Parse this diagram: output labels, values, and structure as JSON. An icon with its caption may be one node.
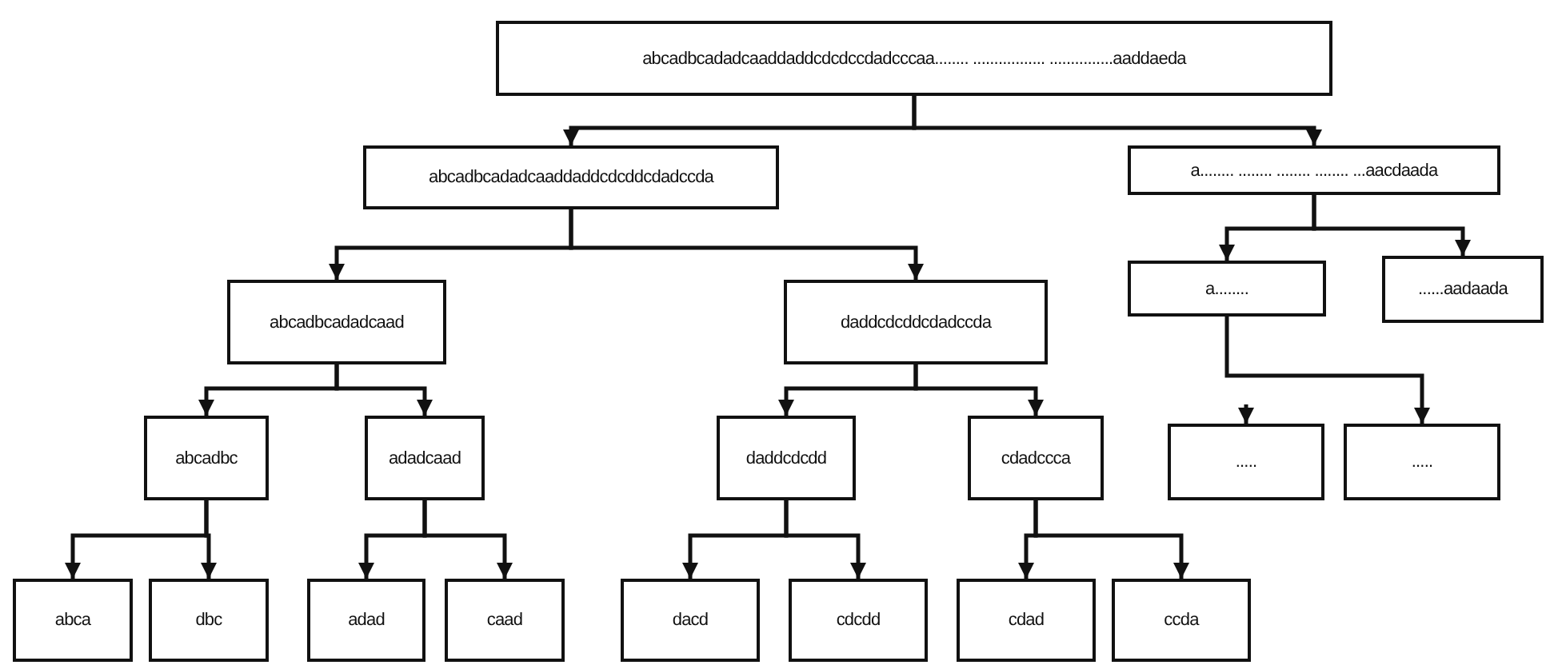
{
  "diagram": {
    "nodes": [
      {
        "text": [
          "abcadbcadadcaaddaddcdcdccdadcccaa........ ................. ...............aaddaeda"
        ]
      },
      {
        "text": [
          "abcadbcadadcaaddaddcdcddcdadccda"
        ]
      },
      {
        "text": [
          "a........ ........ ........ ........ ...aacdaada"
        ]
      },
      {
        "text": [
          "abcadbcadadcaad"
        ]
      },
      {
        "text": [
          "daddcdcddcdadccda"
        ]
      },
      {
        "text": [
          "a........"
        ]
      },
      {
        "text": [
          "......aadaada"
        ]
      },
      {
        "text": [
          "abcadbc"
        ]
      },
      {
        "text": [
          "adadcaad"
        ]
      },
      {
        "text": [
          "daddcdcdd"
        ]
      },
      {
        "text": [
          "cdadccca"
        ]
      },
      {
        "text": [
          "....."
        ]
      },
      {
        "text": [
          "....."
        ]
      },
      {
        "text": [
          "abca"
        ]
      },
      {
        "text": [
          "dbc"
        ]
      },
      {
        "text": [
          "adad"
        ]
      },
      {
        "text": [
          "caad"
        ]
      },
      {
        "text": [
          "dacd"
        ]
      },
      {
        "text": [
          "cdcdd"
        ]
      },
      {
        "text": [
          "cdad"
        ]
      },
      {
        "text": [
          "ccda"
        ]
      }
    ],
    "edges": [
      {
        "from": 0,
        "to": 1,
        "arrow": "to"
      },
      {
        "from": 0,
        "to": 2,
        "arrow": "to"
      },
      {
        "from": 1,
        "to": 3,
        "arrow": "to"
      },
      {
        "from": 1,
        "to": 4,
        "arrow": "to"
      },
      {
        "from": 2,
        "to": 5,
        "arrow": "to"
      },
      {
        "from": 2,
        "to": 6,
        "arrow": "to"
      },
      {
        "from": 3,
        "to": 7,
        "arrow": "to"
      },
      {
        "from": 3,
        "to": 8,
        "arrow": "to"
      },
      {
        "from": 4,
        "to": 9,
        "arrow": "to"
      },
      {
        "from": 4,
        "to": 10,
        "arrow": "to"
      },
      {
        "from": 5,
        "to": 12,
        "arrow": "to"
      },
      {
        "from": null,
        "to": 11,
        "arrow": "to"
      },
      {
        "from": 7,
        "to": 13,
        "arrow": "to"
      },
      {
        "from": 7,
        "to": 14,
        "arrow": "to"
      },
      {
        "from": 8,
        "to": 15,
        "arrow": "to"
      },
      {
        "from": 8,
        "to": 16,
        "arrow": "to"
      },
      {
        "from": 9,
        "to": 17,
        "arrow": "to"
      },
      {
        "from": 9,
        "to": 18,
        "arrow": "to"
      },
      {
        "from": 10,
        "to": 19,
        "arrow": "to"
      },
      {
        "from": 10,
        "to": 20,
        "arrow": "to"
      }
    ]
  }
}
